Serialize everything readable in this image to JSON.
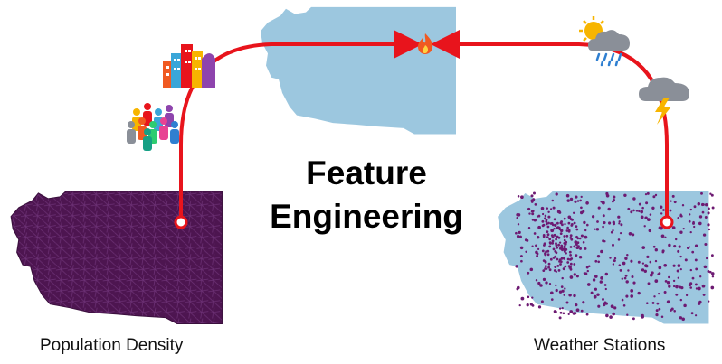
{
  "title": {
    "line1": "Feature",
    "line2": "Engineering"
  },
  "captions": {
    "left": "Population Density",
    "right": "Weather Stations"
  },
  "colors": {
    "state_fill": "#9cc7df",
    "density_fill": "#5a1a5c",
    "station_dot": "#6d1a72",
    "arrow": "#e8141c",
    "fire": "#f05a22"
  },
  "icons": {
    "target": "fire-icon",
    "population": [
      "city-buildings-icon",
      "people-crowd-icon"
    ],
    "weather": [
      "sun-cloud-rain-icon",
      "storm-cloud-icon"
    ]
  }
}
